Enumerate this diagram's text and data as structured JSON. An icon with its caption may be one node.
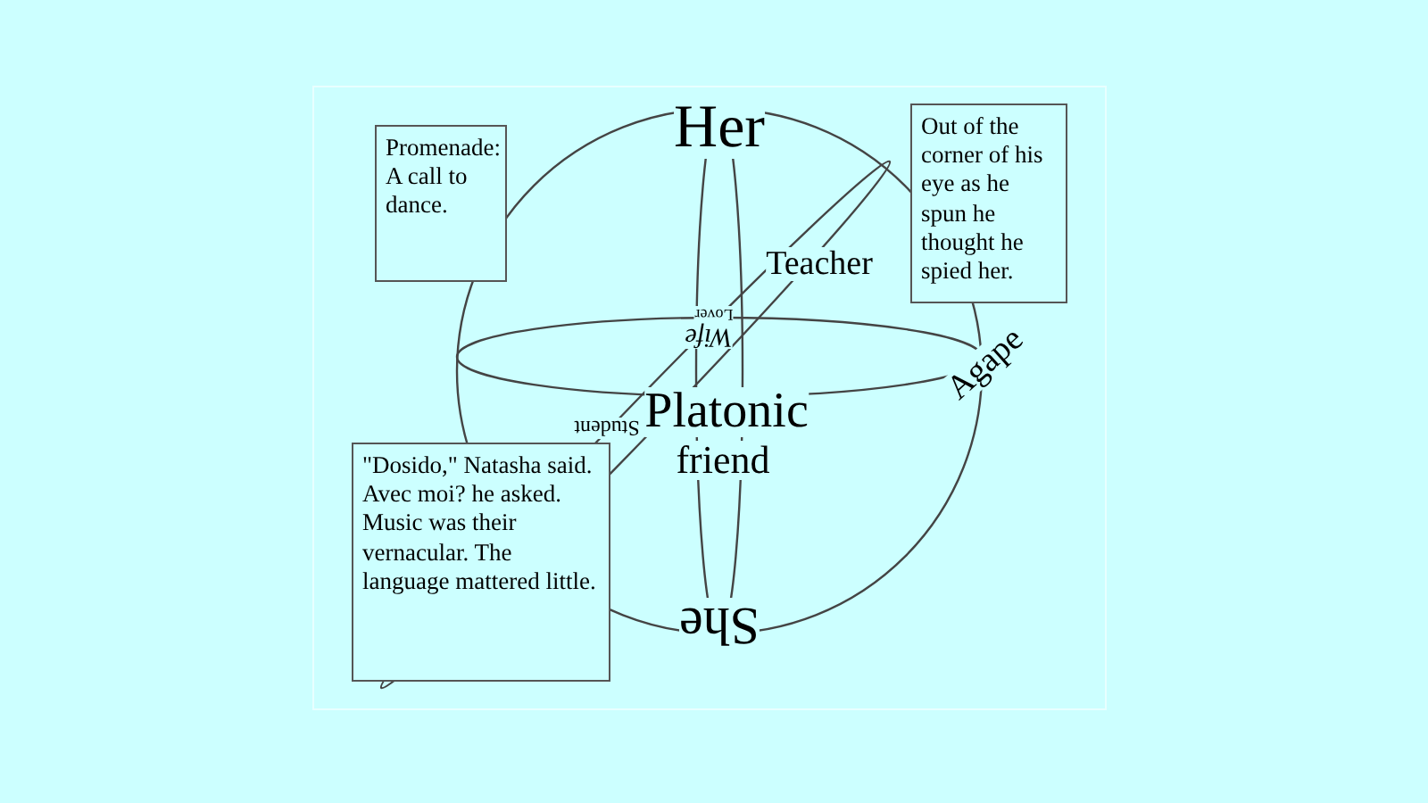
{
  "diagram": {
    "nodes": [
      {
        "text": [
          "Promenade: A call to dance."
        ]
      },
      {
        "text": [
          "Out of the corner of his eye as he spun he thought he spied her."
        ]
      },
      {
        "text": [
          "\"Dosido,\" Natasha said. Avec moi? he asked. Music was their vernacular.  The language mattered little."
        ]
      }
    ],
    "labels": [
      "Her",
      "Teacher",
      "Lover",
      "Wife",
      "Agape",
      "Student",
      "Platonic",
      "friend",
      "She"
    ]
  }
}
